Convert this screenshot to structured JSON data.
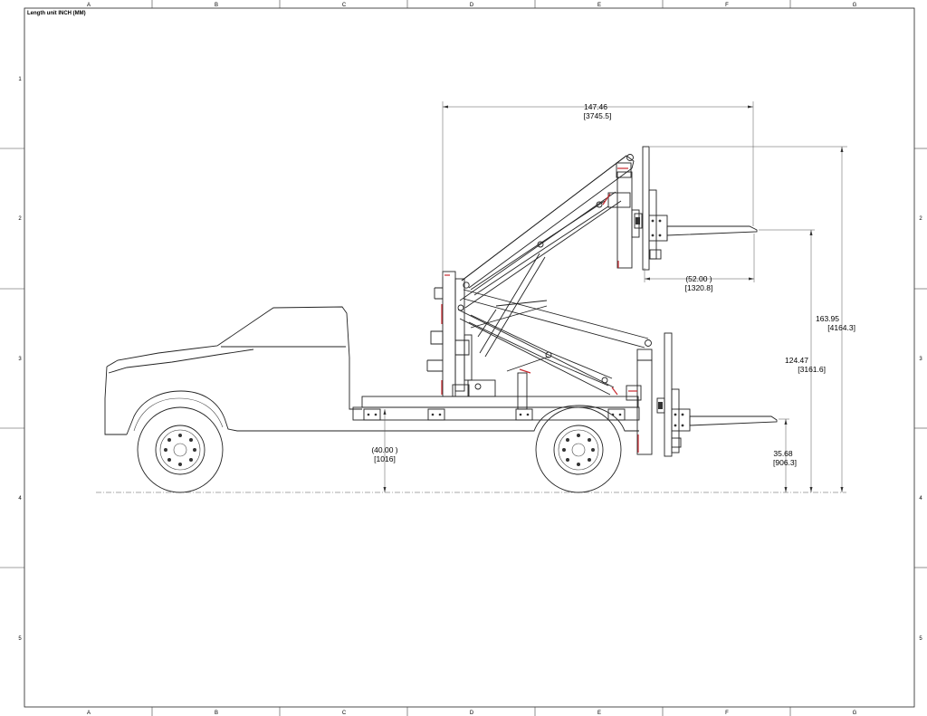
{
  "sheet": {
    "units_note": "Length unit INCH (MM)",
    "zone_letters": [
      "A",
      "B",
      "C",
      "D",
      "E",
      "F",
      "G"
    ],
    "zone_numbers": [
      "1",
      "2",
      "3",
      "4",
      "5"
    ]
  },
  "dimensions": {
    "overall_reach": {
      "inch": "147.46",
      "mm": "[3745.5]"
    },
    "fork_length": {
      "inch": "(52.00 )",
      "mm": "[1320.8]"
    },
    "max_height": {
      "inch": "163.95",
      "mm": "[4164.3]"
    },
    "upper_fork_height": {
      "inch": "124.47",
      "mm": "[3161.6]"
    },
    "lower_fork_height": {
      "inch": "35.68",
      "mm": "[906.3]"
    },
    "frame_height": {
      "inch": "(40.00 )",
      "mm": "[1016]"
    }
  },
  "colors": {
    "line": "#222222",
    "accent": "#c8282e",
    "paper": "#ffffff"
  }
}
